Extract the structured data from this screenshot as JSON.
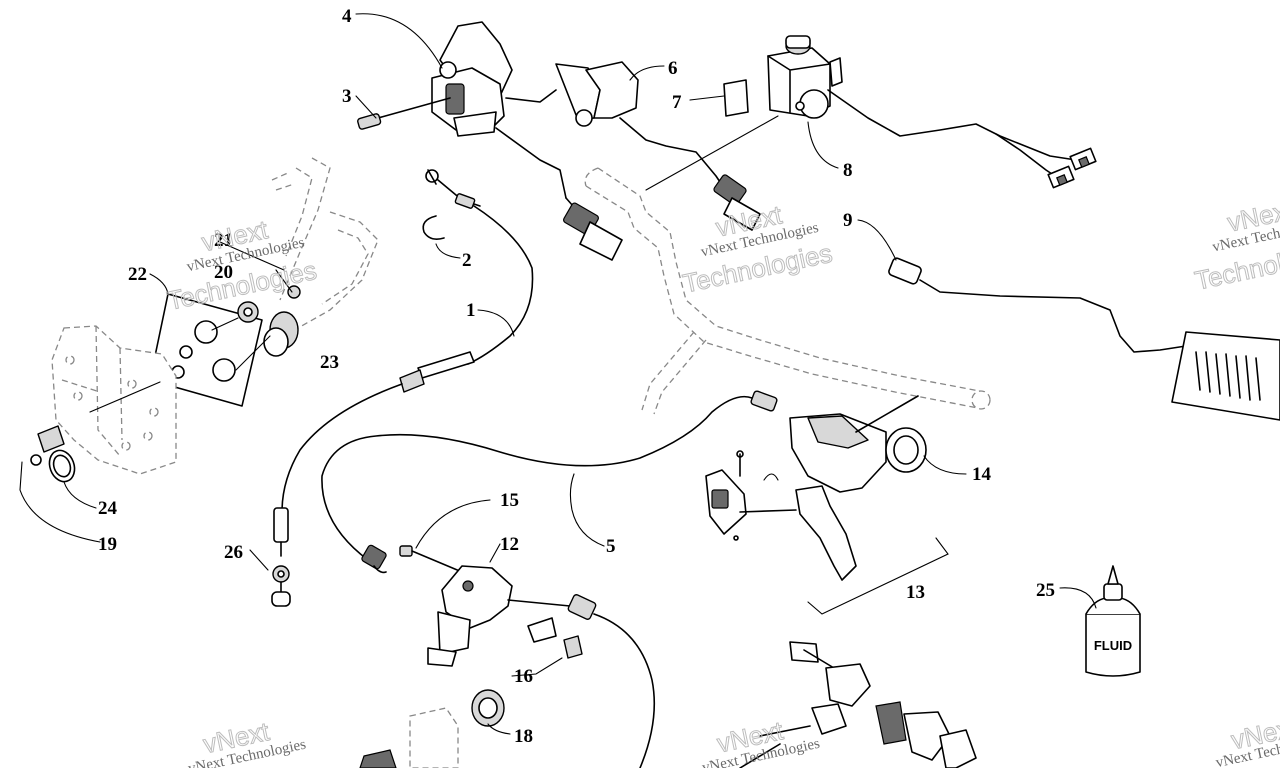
{
  "callouts": [
    {
      "id": "1",
      "label": "1"
    },
    {
      "id": "2",
      "label": "2"
    },
    {
      "id": "3",
      "label": "3"
    },
    {
      "id": "4",
      "label": "4"
    },
    {
      "id": "5",
      "label": "5"
    },
    {
      "id": "6",
      "label": "6"
    },
    {
      "id": "7",
      "label": "7"
    },
    {
      "id": "8",
      "label": "8"
    },
    {
      "id": "9",
      "label": "9"
    },
    {
      "id": "12",
      "label": "12"
    },
    {
      "id": "13",
      "label": "13"
    },
    {
      "id": "14",
      "label": "14"
    },
    {
      "id": "15",
      "label": "15"
    },
    {
      "id": "16",
      "label": "16"
    },
    {
      "id": "18",
      "label": "18"
    },
    {
      "id": "19",
      "label": "19"
    },
    {
      "id": "20",
      "label": "20"
    },
    {
      "id": "21",
      "label": "21"
    },
    {
      "id": "22",
      "label": "22"
    },
    {
      "id": "23",
      "label": "23"
    },
    {
      "id": "24",
      "label": "24"
    },
    {
      "id": "25",
      "label": "25"
    },
    {
      "id": "26",
      "label": "26"
    }
  ],
  "fluid_label": "FLUID",
  "watermark": {
    "line1": "vNext Technologies",
    "line2": "vNext",
    "line3": "Technologies"
  }
}
